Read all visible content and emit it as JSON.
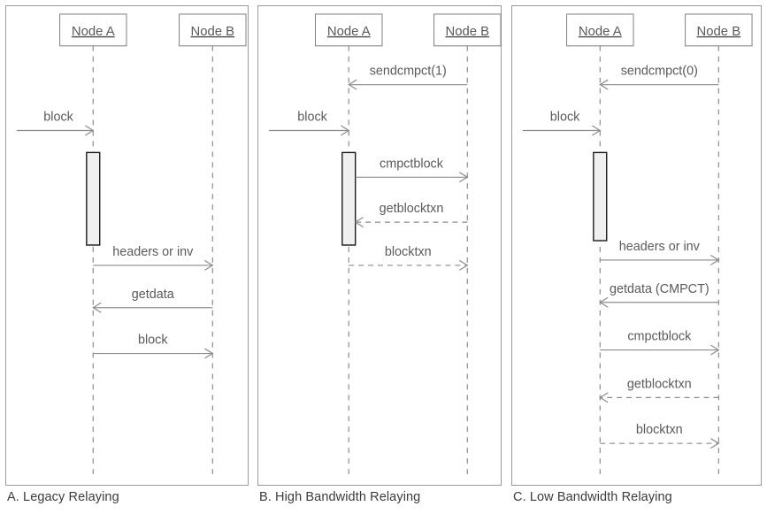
{
  "figure": {
    "background": "#ffffff",
    "line_color": "#8c8c8c",
    "text_color": "#595959",
    "activation_fill": "#f0f0f0",
    "activation_stroke": "#1a1a1a",
    "box_stroke": "#7f7f7f"
  },
  "panels": [
    {
      "id": "panel-a",
      "caption": "A. Legacy Relaying",
      "nodes": [
        {
          "id": "node-a",
          "label": "Node A"
        },
        {
          "id": "node-b",
          "label": "Node B"
        }
      ],
      "external_inputs": [
        {
          "label": "block",
          "to": "node-a"
        }
      ],
      "activation": {
        "on": "node-a"
      },
      "messages": [
        {
          "label": "headers or inv",
          "from": "node-a",
          "to": "node-b",
          "style": "solid"
        },
        {
          "label": "getdata",
          "from": "node-b",
          "to": "node-a",
          "style": "solid"
        },
        {
          "label": "block",
          "from": "node-a",
          "to": "node-b",
          "style": "solid"
        }
      ]
    },
    {
      "id": "panel-b",
      "caption": "B. High Bandwidth Relaying",
      "nodes": [
        {
          "id": "node-a",
          "label": "Node A"
        },
        {
          "id": "node-b",
          "label": "Node B"
        }
      ],
      "external_inputs": [
        {
          "label": "block",
          "to": "node-a"
        }
      ],
      "activation": {
        "on": "node-a"
      },
      "messages": [
        {
          "label": "sendcmpct(1)",
          "from": "node-b",
          "to": "node-a",
          "style": "solid"
        },
        {
          "label": "cmpctblock",
          "from": "node-a",
          "to": "node-b",
          "style": "solid"
        },
        {
          "label": "getblocktxn",
          "from": "node-b",
          "to": "node-a",
          "style": "dashed"
        },
        {
          "label": "blocktxn",
          "from": "node-a",
          "to": "node-b",
          "style": "dashed"
        }
      ]
    },
    {
      "id": "panel-c",
      "caption": "C. Low Bandwidth Relaying",
      "nodes": [
        {
          "id": "node-a",
          "label": "Node A"
        },
        {
          "id": "node-b",
          "label": "Node B"
        }
      ],
      "external_inputs": [
        {
          "label": "block",
          "to": "node-a"
        }
      ],
      "activation": {
        "on": "node-a"
      },
      "messages": [
        {
          "label": "sendcmpct(0)",
          "from": "node-b",
          "to": "node-a",
          "style": "solid"
        },
        {
          "label": "headers or inv",
          "from": "node-a",
          "to": "node-b",
          "style": "solid"
        },
        {
          "label": "getdata (CMPCT)",
          "from": "node-b",
          "to": "node-a",
          "style": "solid"
        },
        {
          "label": "cmpctblock",
          "from": "node-a",
          "to": "node-b",
          "style": "solid"
        },
        {
          "label": "getblocktxn",
          "from": "node-b",
          "to": "node-a",
          "style": "dashed"
        },
        {
          "label": "blocktxn",
          "from": "node-a",
          "to": "node-b",
          "style": "dashed"
        }
      ]
    }
  ]
}
